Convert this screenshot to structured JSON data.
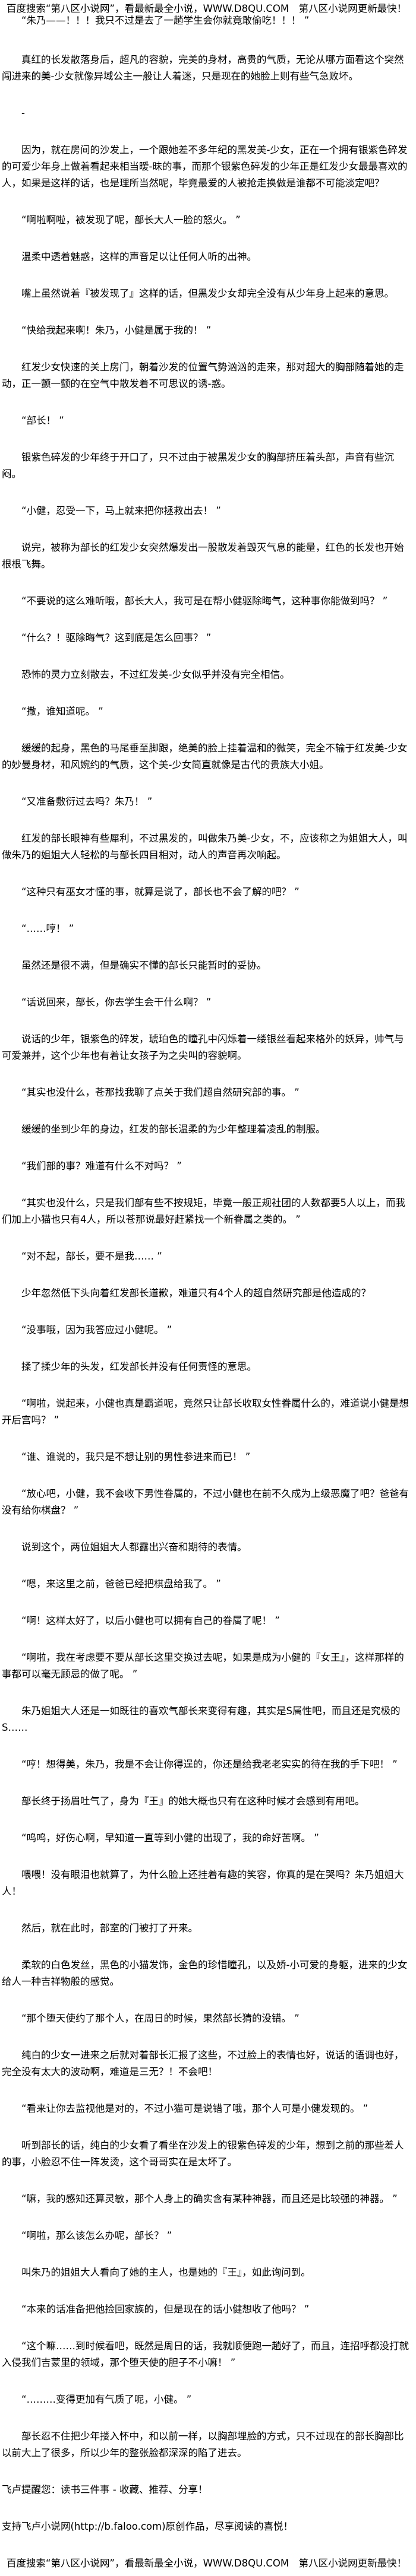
{
  "header": {
    "site_notice": "百度搜索“第八区小说网”，看最新最全小说，WWW.D8QU.COM　第八区小说网更新最快！",
    "opening_line": "“朱乃——！！！我只不过是去了一趟学生会你就竟敢偷吃！！！ ”"
  },
  "paragraphs": [
    "真红的长发散落身后，超凡的容貌，完美的身材，高贵的气质，无论从哪方面看这个突然闯进来的美-少女就像异域公主一般让人着迷，只是现在的她脸上则有些气急败坏。",
    "-",
    "因为，就在房间的沙发上，一个跟她差不多年纪的黑发美-少女，正在一个拥有银紫色碎发的可爱少年身上做着看起来相当暧-昧的事，而那个银紫色碎发的少年正是红发少女最最喜欢的人，如果是这样的话，也是理所当然呢，毕竟最爱的人被抢走换做是谁都不可能淡定吧？",
    "“啊啦啊啦，被发现了呢，部长大人一脸的怒火。 ”",
    "温柔中透着魅惑，这样的声音足以让任何人听的出神。",
    "嘴上虽然说着『被发现了』这样的话，但黑发少女却完全没有从少年身上起来的意思。",
    "“快给我起来啊！朱乃，小健是属于我的！ ”",
    "红发少女快速的关上房门，朝着沙发的位置气势汹汹的走来，那对超大的胸部随着她的走动，正一颤一颤的在空气中散发着不可思议的诱-惑。",
    "“部长！ ”",
    "银紫色碎发的少年终于开口了，只不过由于被黑发少女的胸部挤压着头部，声音有些沉闷。",
    "“小健，忍受一下，马上就来把你拯救出去！ ”",
    "说完，被称为部长的红发少女突然爆发出一股散发着毁灭气息的能量，红色的长发也开始根根飞舞。",
    "“不要说的这么难听哦，部长大人，我可是在帮小健驱除晦气，这种事你能做到吗？ ”",
    "“什么？！驱除晦气？这到底是怎么回事？ ”",
    "恐怖的灵力立刻散去，不过红发美-少女似乎并没有完全相信。",
    "“撒，谁知道呢。 ”",
    "缓缓的起身，黑色的马尾垂至脚跟，绝美的脸上挂着温和的微笑，完全不输于红发美-少女的妙曼身材，和风婉约的气质，这个美-少女简直就像是古代的贵族大小姐。",
    "“又准备敷衍过去吗？朱乃！ ”",
    "红发的部长眼神有些犀利，不过黑发的，叫做朱乃美-少女，不，应该称之为姐姐大人，叫做朱乃的姐姐大人轻松的与部长四目相对，动人的声音再次响起。",
    "“这种只有巫女才懂的事，就算是说了，部长也不会了解的吧？ ”",
    "“……哼！ ”",
    "虽然还是很不满，但是确实不懂的部长只能暂时的妥协。",
    "“话说回来，部长，你去学生会干什么啊？ ”",
    "说话的少年，银紫色的碎发，琥珀色的瞳孔中闪烁着一缕银丝看起来格外的妖异，帅气与可爱兼并，这个少年也有着让女孩子为之尖叫的容貌啊。",
    "“其实也没什么，苍那找我聊了点关于我们超自然研究部的事。 ”",
    "缓缓的坐到少年的身边，红发的部长温柔的为少年整理着凌乱的制服。",
    "“我们部的事？难道有什么不对吗？ ”",
    "“其实也没什么，只是我们部有些不按规矩，毕竟一般正规社团的人数都要5人以上，而我们加上小猫也只有4人，所以苍那说最好赶紧找一个新眷属之类的。 ”",
    "“对不起，部长，要不是我…… ”",
    "少年忽然低下头向着红发部长道歉，难道只有4个人的超自然研究部是他造成的？",
    "“没事哦，因为我答应过小健呢。 ”",
    "揉了揉少年的头发，红发部长并没有任何责怪的意思。",
    "“啊啦，说起来，小健也真是霸道呢，竟然只让部长收取女性眷属什么的，难道说小健是想开后宫吗？ ”",
    "“谁、谁说的，我只是不想让别的男性参进来而已！ ”",
    "“放心吧，小健，我不会收下男性眷属的，不过小健也在前不久成为上级恶魔了吧？爸爸有没有给你棋盘？ ”",
    "说到这个，两位姐姐大人都露出兴奋和期待的表情。",
    "“嗯，来这里之前，爸爸已经把棋盘给我了。 ”",
    "“啊！这样太好了，以后小健也可以拥有自己的眷属了呢！ ”",
    "“啊啦，我在考虑要不要从部长这里交换过去呢，如果是成为小健的『女王』，这样那样的事都可以毫无顾忌的做了呢。 ”",
    "朱乃姐姐大人还是一如既往的喜欢气部长来变得有趣，其实是S属性吧，而且还是究极的S……",
    "“哼！想得美，朱乃，我是不会让你得逞的，你还是给我老老实实的待在我的手下吧！ ”",
    "部长终于扬眉吐气了，身为『王』的她大概也只有在这种时候才会感到有用吧。",
    "“呜呜，好伤心啊，早知道一直等到小健的出现了，我的命好苦啊。 ”",
    "喂喂！没有眼泪也就算了，为什么脸上还挂着有趣的笑容，你真的是在哭吗？朱乃姐姐大人！",
    "然后，就在此时，部室的门被打了开来。",
    "柔软的白色发丝，黑色的小猫发饰，金色的珍惜瞳孔，以及娇-小可爱的身躯，进来的少女给人一种吉祥物般的感觉。",
    "“那个堕天使约了那个人，在周日的时候，果然部长猜的没错。 ”",
    "纯白的少女一进来之后就对着部长汇报了这些，不过脸上的表情也好，说话的语调也好，完全没有太大的波动啊，难道是三无？！不会吧！",
    "“看来让你去监视他是对的，不过小猫可是说错了哦，那个人可是小健发现的。 ”",
    "听到部长的话，纯白的少女看了看坐在沙发上的银紫色碎发的少年，想到之前的那些羞人的事，小脸忍不住一阵发烫，这个哥哥实在是太坏了。",
    "“嘛，我的感知还算灵敏，那个人身上的确实含有某种神器，而且还是比较强的神器。 ”",
    "“啊啦，那么该怎么办呢，部长？ ”",
    "叫朱乃的姐姐大人看向了她的主人，也是她的『王』，如此询问到。",
    "“本来的话准备把他捡回家族的，但是现在的话小健想收了他吗？ ”",
    "“这个嘛……到时候看吧，既然是周日的话，我就顺便跑一趟好了，而且，连招呼都没打就入侵我们吉蒙里的领域，那个堕天使的胆子不小嘛！ ”",
    "“………变得更加有气质了呢，小健。 ”",
    "部长忍不住把少年搂入怀中，和以前一样，以胸部埋脸的方式，只不过现在的部长胸部比以前大上了很多，所以少年的整张脸都深深的陷了进去。"
  ],
  "footer": {
    "reminder": "飞卢提醒您：读书三件事 - 收藏、推荐、分享！",
    "support": "支持飞卢小说网(http://b.faloo.com)原创作品，尽享阅读的喜悦！",
    "site_notice": "百度搜索“第八区小说网”，看最新最全小说，WWW.D8QU.COM　第八区小说网更新最快！"
  }
}
